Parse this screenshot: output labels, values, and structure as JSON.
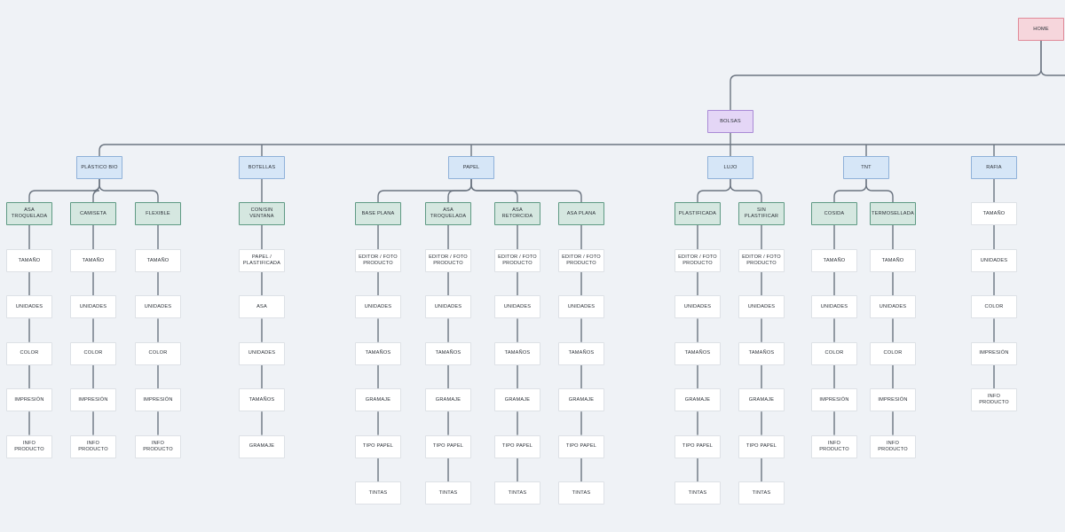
{
  "sitemap": {
    "home": "HOME",
    "category": "BOLSAS",
    "groups": [
      {
        "label": "PLÁSTICO BIO",
        "types": [
          {
            "label": "ASA TROQUELADA",
            "attrs": [
              "TAMAÑO",
              "UNIDADES",
              "COLOR",
              "IMPRESIÓN",
              "INFO PRODUCTO"
            ]
          },
          {
            "label": "CAMISETA",
            "attrs": [
              "TAMAÑO",
              "UNIDADES",
              "COLOR",
              "IMPRESIÓN",
              "INFO PRODUCTO"
            ]
          },
          {
            "label": "FLEXIBLE",
            "attrs": [
              "TAMAÑO",
              "UNIDADES",
              "COLOR",
              "IMPRESIÓN",
              "INFO PRODUCTO"
            ]
          }
        ]
      },
      {
        "label": "BOTELLAS",
        "types": [
          {
            "label": "CON/SIN VENTANA",
            "attrs": [
              "PAPEL / PLASTIFICADA",
              "ASA",
              "UNIDADES",
              "TAMAÑOS",
              "GRAMAJE"
            ]
          }
        ]
      },
      {
        "label": "PAPEL",
        "types": [
          {
            "label": "BASE PLANA",
            "attrs": [
              "EDITOR / FOTO PRODUCTO",
              "UNIDADES",
              "TAMAÑOS",
              "GRAMAJE",
              "TIPO PAPEL",
              "TINTAS"
            ]
          },
          {
            "label": "ASA TROQUELADA",
            "attrs": [
              "EDITOR / FOTO PRODUCTO",
              "UNIDADES",
              "TAMAÑOS",
              "GRAMAJE",
              "TIPO PAPEL",
              "TINTAS"
            ]
          },
          {
            "label": "ASA RETORCIDA",
            "attrs": [
              "EDITOR / FOTO PRODUCTO",
              "UNIDADES",
              "TAMAÑOS",
              "GRAMAJE",
              "TIPO PAPEL",
              "TINTAS"
            ]
          },
          {
            "label": "ASA PLANA",
            "attrs": [
              "EDITOR / FOTO PRODUCTO",
              "UNIDADES",
              "TAMAÑOS",
              "GRAMAJE",
              "TIPO PAPEL",
              "TINTAS"
            ]
          }
        ]
      },
      {
        "label": "LUJO",
        "types": [
          {
            "label": "PLASTIFICADA",
            "attrs": [
              "EDITOR / FOTO PRODUCTO",
              "UNIDADES",
              "TAMAÑOS",
              "GRAMAJE",
              "TIPO PAPEL",
              "TINTAS"
            ]
          },
          {
            "label": "SIN PLASTIFICAR",
            "attrs": [
              "EDITOR / FOTO PRODUCTO",
              "UNIDADES",
              "TAMAÑOS",
              "GRAMAJE",
              "TIPO PAPEL",
              "TINTAS"
            ]
          }
        ]
      },
      {
        "label": "TNT",
        "types": [
          {
            "label": "COSIDA",
            "attrs": [
              "TAMAÑO",
              "UNIDADES",
              "COLOR",
              "IMPRESIÓN",
              "INFO PRODUCTO"
            ]
          },
          {
            "label": "TERMOSELLADA",
            "attrs": [
              "TAMAÑO",
              "UNIDADES",
              "COLOR",
              "IMPRESIÓN",
              "INFO PRODUCTO"
            ]
          }
        ]
      },
      {
        "label": "RAFIA",
        "types": [
          {
            "label": "TAMAÑO",
            "leaf": true,
            "attrs": [
              "UNIDADES",
              "COLOR",
              "IMPRESIÓN",
              "INFO PRODUCTO"
            ]
          }
        ]
      }
    ]
  },
  "colors": {
    "background": "#eff2f6",
    "home": "#f6d6dc",
    "category": "#e4d6f6",
    "group": "#d6e6f7",
    "type": "#d5e7e0",
    "leaf": "#ffffff",
    "connector": "#6b7480"
  }
}
